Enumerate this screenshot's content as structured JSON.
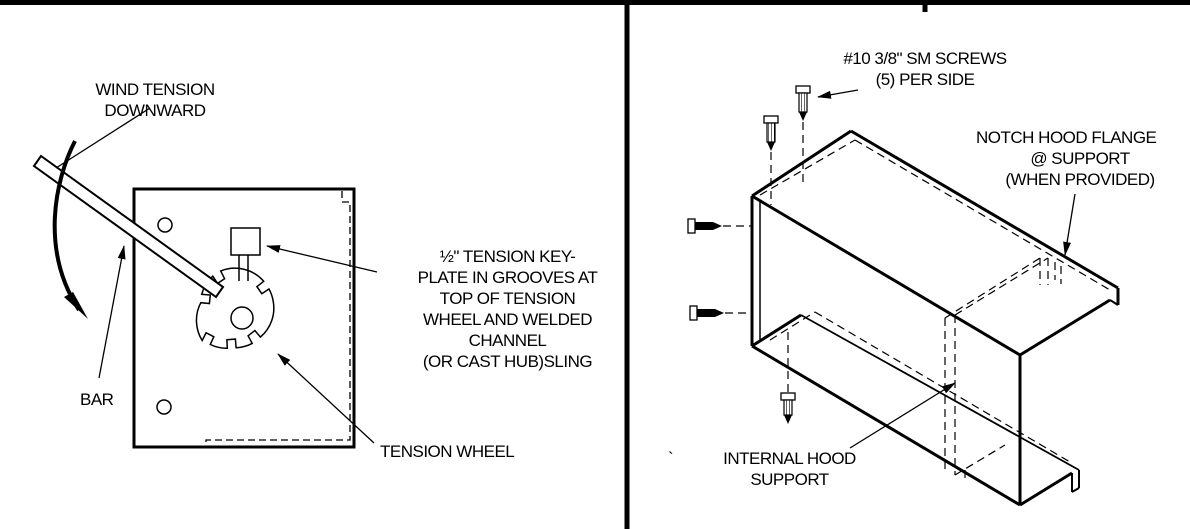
{
  "labels": {
    "wind_tension_1": "WIND TENSION",
    "wind_tension_2": "DOWNWARD",
    "bar": "BAR",
    "key_1": "½\" TENSION KEY-",
    "key_2": "PLATE IN GROOVES AT",
    "key_3": "TOP OF TENSION",
    "key_4": "WHEEL AND WELDED",
    "key_5": "CHANNEL",
    "key_6": "(OR CAST HUB)SLING",
    "tension_wheel": "TENSION WHEEL",
    "screws_1": "#10 3/8\" SM SCREWS",
    "screws_2": "(5) PER SIDE",
    "notch_1": "NOTCH HOOD FLANGE",
    "notch_2": "@ SUPPORT",
    "notch_3": "(WHEN PROVIDED)",
    "internal_1": "INTERNAL HOOD",
    "internal_2": "SUPPORT",
    "stray_mark": "`"
  }
}
